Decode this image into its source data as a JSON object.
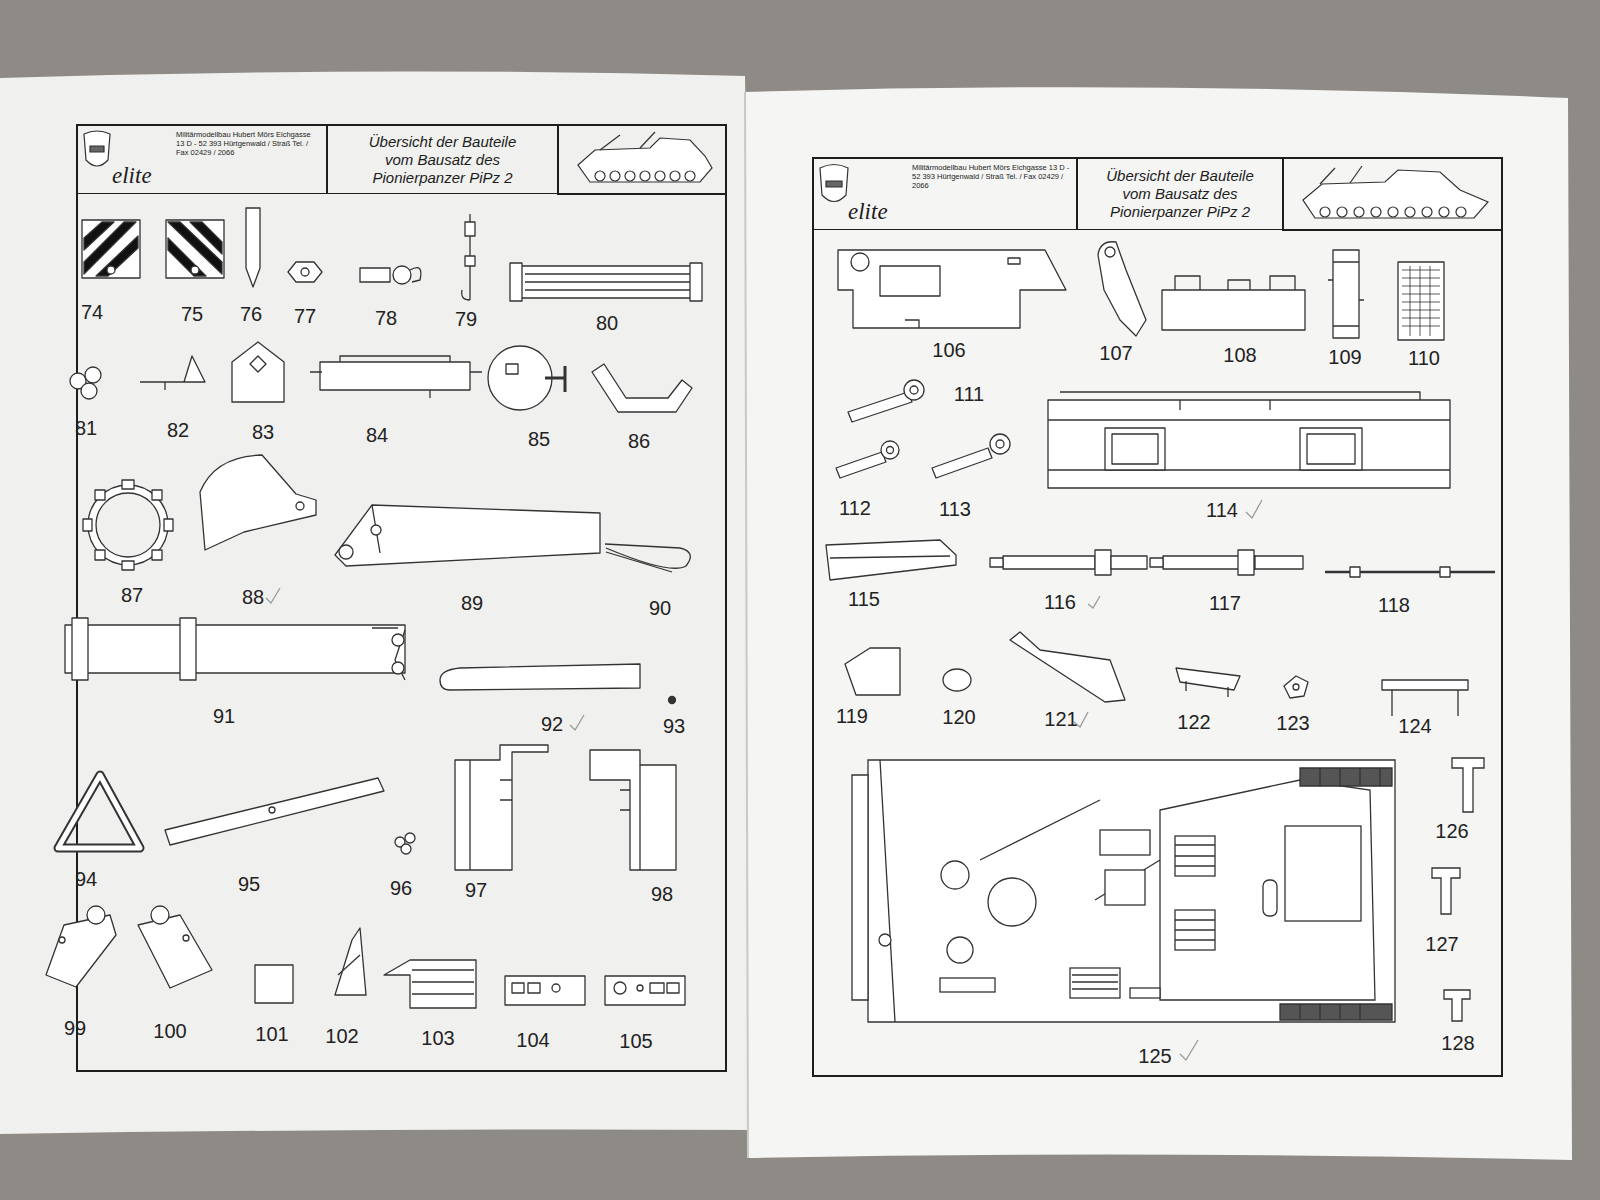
{
  "diagram": {
    "nodes": [
      {
        "text": [
          "elite",
          "Militärmodellbau Hubert Mörs Eichgasse 13 D - 52 393 Hürtgenwald / Straß Tel. / Fax 02429 / 2066"
        ]
      },
      {
        "text": [
          "Übersicht der Bauteile vom Bausatz des Pionierpanzer PiPz 2"
        ]
      },
      {
        "text": [
          "elite",
          "Militärmodellbau Hubert Mörs Eichgasse 13 D - 52 393 Hürtgenwald / Straß Tel. / Fax 02429 / 2066"
        ]
      },
      {
        "text": [
          "Übersicht der Bauteile vom Bausatz des Pionierpanzer PiPz 2"
        ]
      }
    ],
    "labels": [
      "74",
      "75",
      "76",
      "77",
      "78",
      "79",
      "80",
      "81",
      "82",
      "83",
      "84",
      "85",
      "86",
      "87",
      "88",
      "89",
      "90",
      "91",
      "92",
      "93",
      "94",
      "95",
      "96",
      "97",
      "98",
      "99",
      "100",
      "101",
      "102",
      "103",
      "104",
      "105",
      "106",
      "107",
      "108",
      "109",
      "110",
      "111",
      "112",
      "113",
      "114",
      "115",
      "116",
      "117",
      "118",
      "119",
      "120",
      "121",
      "122",
      "123",
      "124",
      "126",
      "127",
      "125",
      "128"
    ]
  }
}
